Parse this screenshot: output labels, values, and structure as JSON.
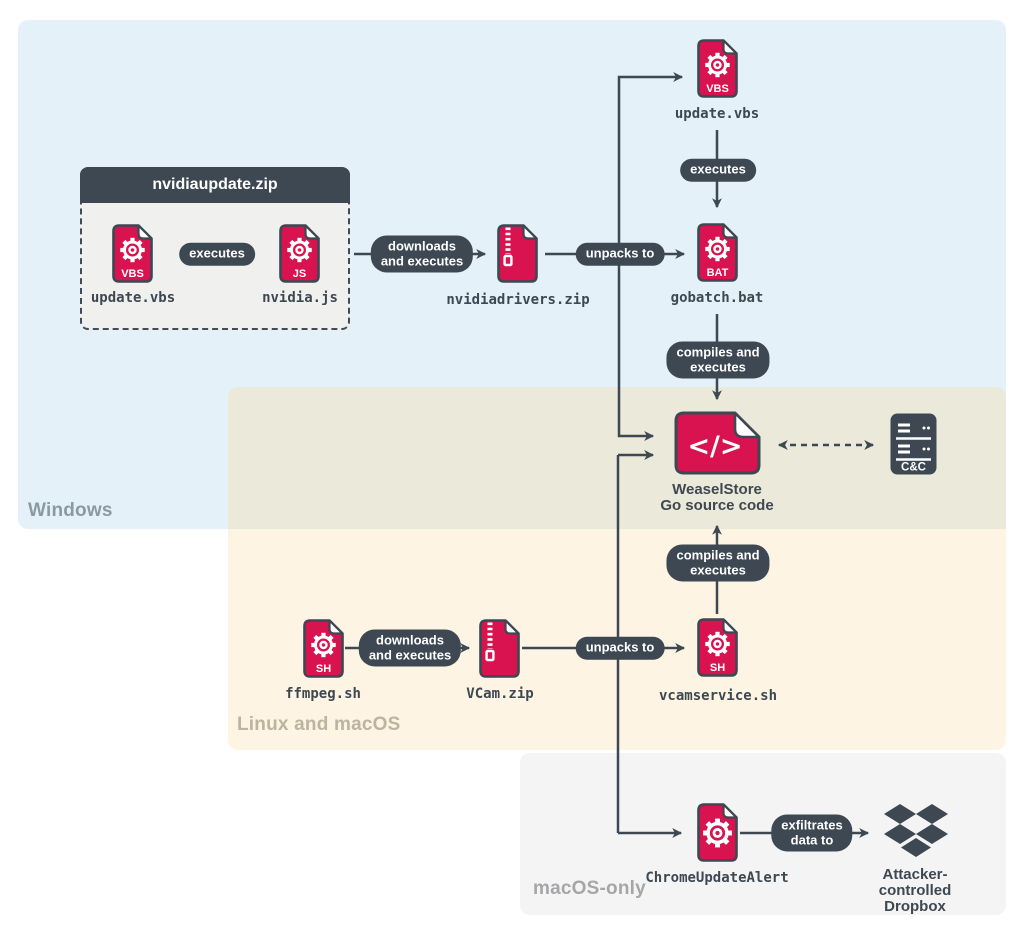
{
  "regions": {
    "windows": {
      "label": "Windows"
    },
    "linux_macos": {
      "label": "Linux and macOS"
    },
    "macos_only": {
      "label": "macOS-only"
    }
  },
  "archive": {
    "title": "nvidiaupdate.zip"
  },
  "files": {
    "update_vbs_inner": {
      "name": "update.vbs",
      "badge": "VBS"
    },
    "nvidia_js": {
      "name": "nvidia.js",
      "badge": "JS"
    },
    "nvidiadrivers_zip": {
      "name": "nvidiadrivers.zip"
    },
    "update_vbs": {
      "name": "update.vbs",
      "badge": "VBS"
    },
    "gobatch_bat": {
      "name": "gobatch.bat",
      "badge": "BAT"
    },
    "weaselstore": {
      "name": "WeaselStore\nGo source code",
      "glyph": "</>"
    },
    "cnc_server": {
      "label": "C&C"
    },
    "ffmpeg_sh": {
      "name": "ffmpeg.sh",
      "badge": "SH"
    },
    "vcam_zip": {
      "name": "VCam.zip"
    },
    "vcamservice_sh": {
      "name": "vcamservice.sh",
      "badge": "SH"
    },
    "chromeupdatealert": {
      "name": "ChromeUpdateAlert"
    },
    "dropbox": {
      "name": "Attacker-controlled\nDropbox"
    }
  },
  "connectors": {
    "executes_a": "executes",
    "downloads_and_executes_a": "downloads\nand executes",
    "unpacks_to_a": "unpacks to",
    "executes_b": "executes",
    "compiles_and_executes_a": "compiles and\nexecutes",
    "compiles_and_executes_b": "compiles and\nexecutes",
    "downloads_and_executes_b": "downloads\nand executes",
    "unpacks_to_b": "unpacks to",
    "exfiltrates_data_to": "exfiltrates\ndata to"
  },
  "colors": {
    "accent": "#d8134f",
    "slate": "#3d4852",
    "windows_bg": "#e4f1f9",
    "overlap_bg": "#ebe9da",
    "linux_bg": "#fdf4e3",
    "macos_bg": "#f4f4f5"
  }
}
